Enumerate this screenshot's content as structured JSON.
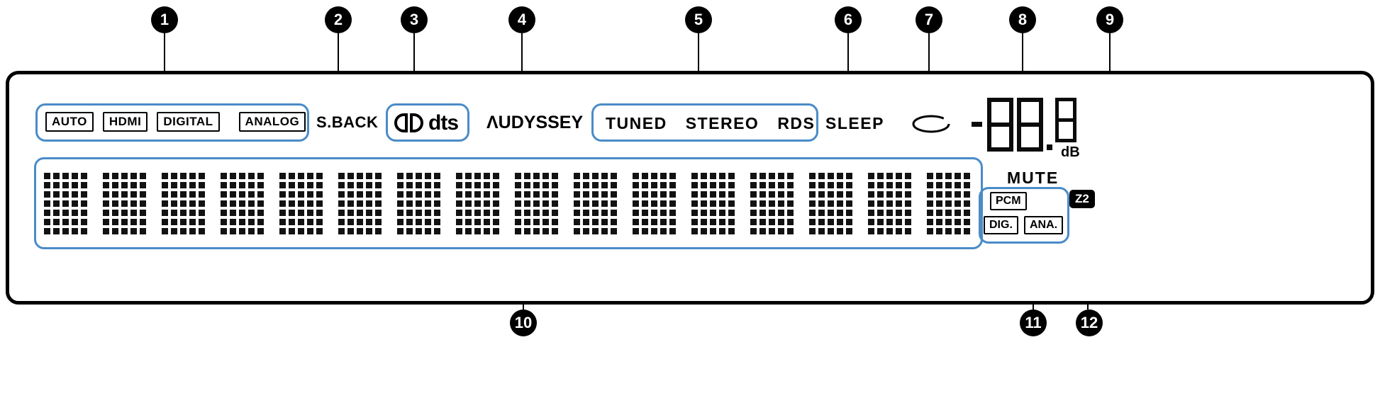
{
  "colors": {
    "outline_blue": "#4a8bc8",
    "ink": "#000000"
  },
  "callouts": [
    "1",
    "2",
    "3",
    "4",
    "5",
    "6",
    "7",
    "8",
    "9",
    "10",
    "11",
    "12"
  ],
  "indicators": {
    "input_modes": [
      "AUTO",
      "HDMI",
      "DIGITAL",
      "ANALOG"
    ],
    "surround_back": "S.BACK",
    "decoder_dts": "dts",
    "audyssey": "ΛUDYSSEY",
    "tuner_modes": [
      "TUNED",
      "STEREO",
      "RDS"
    ],
    "sleep": "SLEEP",
    "volume": {
      "value": "-88.8",
      "unit": "dB"
    },
    "mute": "MUTE",
    "signal_formats": [
      "PCM",
      "DIG.",
      "ANA."
    ],
    "zone2": "Z2"
  },
  "display": {
    "cell_count": 16
  }
}
